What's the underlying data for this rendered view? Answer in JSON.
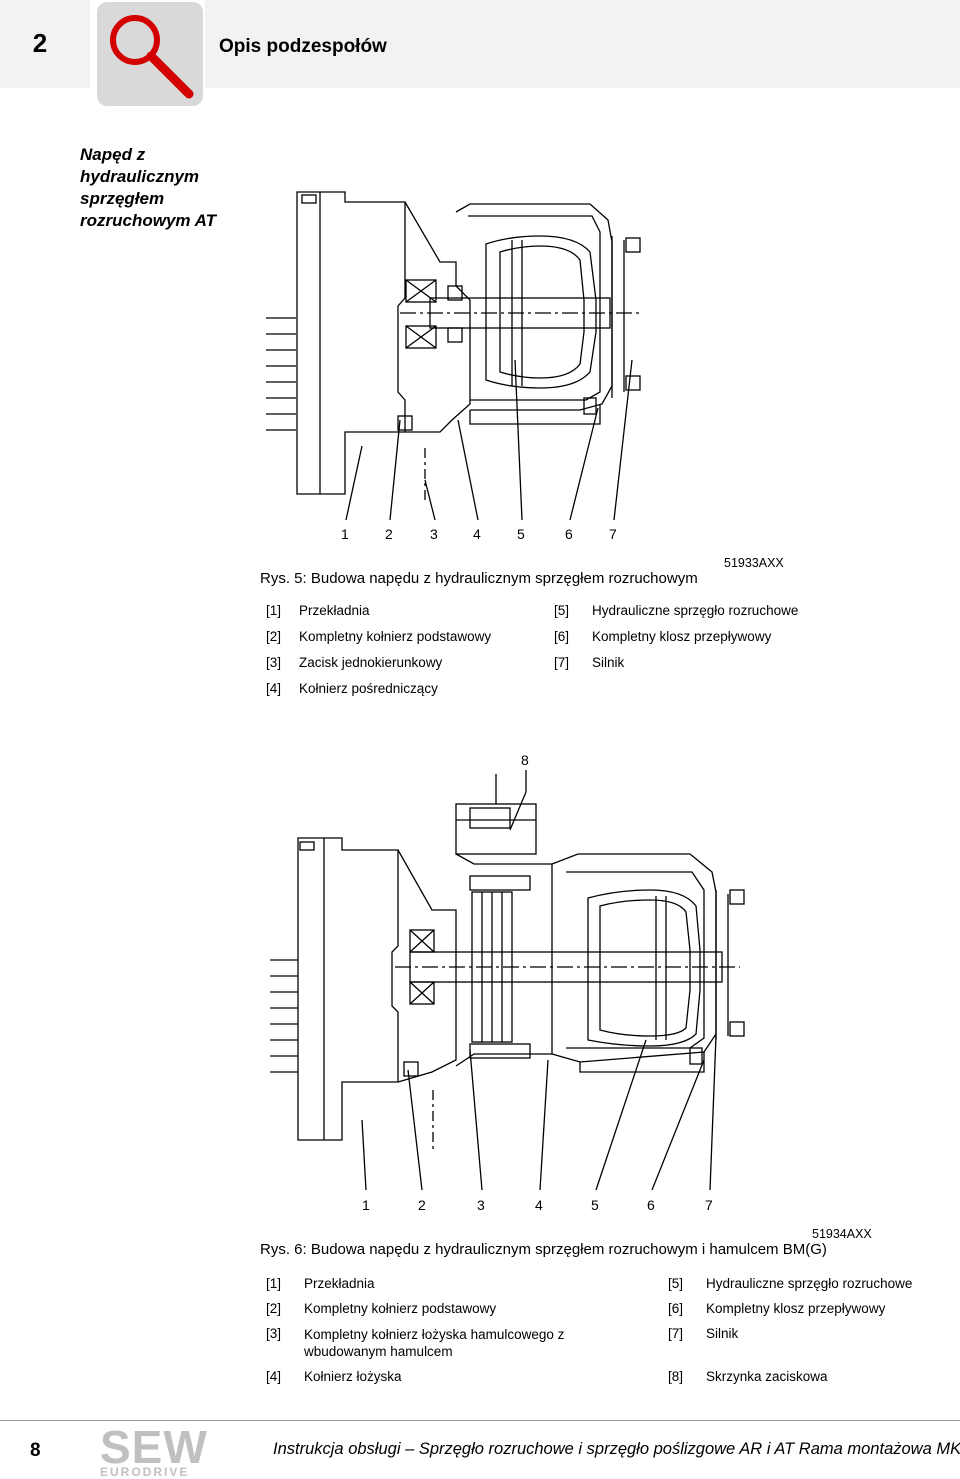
{
  "header": {
    "chapter_number": "2",
    "title": "Opis podzespołów",
    "icon": "magnifier-icon"
  },
  "section_heading": "Napęd z hydraulicznym sprzęgłem rozruchowym AT",
  "figure5": {
    "id": "51933AXX",
    "caption": "Rys. 5: Budowa napędu z hydraulicznym sprzęgłem rozruchowym",
    "callouts": [
      "1",
      "2",
      "3",
      "4",
      "5",
      "6",
      "7"
    ],
    "legend_left": [
      {
        "k": "[1]",
        "v": "Przekładnia"
      },
      {
        "k": "[2]",
        "v": "Kompletny kołnierz podstawowy"
      },
      {
        "k": "[3]",
        "v": "Zacisk jednokierunkowy"
      },
      {
        "k": "[4]",
        "v": "Kołnierz pośredniczący"
      }
    ],
    "legend_right": [
      {
        "k": "[5]",
        "v": "Hydrauliczne sprzęgło rozruchowe"
      },
      {
        "k": "[6]",
        "v": "Kompletny klosz przepływowy"
      },
      {
        "k": "[7]",
        "v": "Silnik"
      }
    ]
  },
  "figure6": {
    "id": "51934AXX",
    "caption": "Rys. 6: Budowa napędu z hydraulicznym sprzęgłem rozruchowym i hamulcem BM(G)",
    "callouts": [
      "1",
      "2",
      "3",
      "4",
      "5",
      "6",
      "7"
    ],
    "top_callout": "8",
    "legend_left": [
      {
        "k": "[1]",
        "v": "Przekładnia"
      },
      {
        "k": "[2]",
        "v": "Kompletny kołnierz podstawowy"
      },
      {
        "k": "[3]",
        "v": "Kompletny kołnierz łożyska hamulcowego z wbudowanym hamulcem"
      },
      {
        "k": "[4]",
        "v": "Kołnierz łożyska"
      }
    ],
    "legend_right": [
      {
        "k": "[5]",
        "v": "Hydrauliczne sprzęgło rozruchowe"
      },
      {
        "k": "[6]",
        "v": "Kompletny klosz przepływowy"
      },
      {
        "k": "[7]",
        "v": "Silnik"
      },
      {
        "k": "[8]",
        "v": "Skrzynka zaciskowa"
      }
    ]
  },
  "footer": {
    "page_number": "8",
    "logo_main": "SEW",
    "logo_sub": "EURODRIVE",
    "text": "Instrukcja obsługi – Sprzęgło rozruchowe i sprzęgło poślizgowe AR i AT Rama montażowa MK"
  }
}
